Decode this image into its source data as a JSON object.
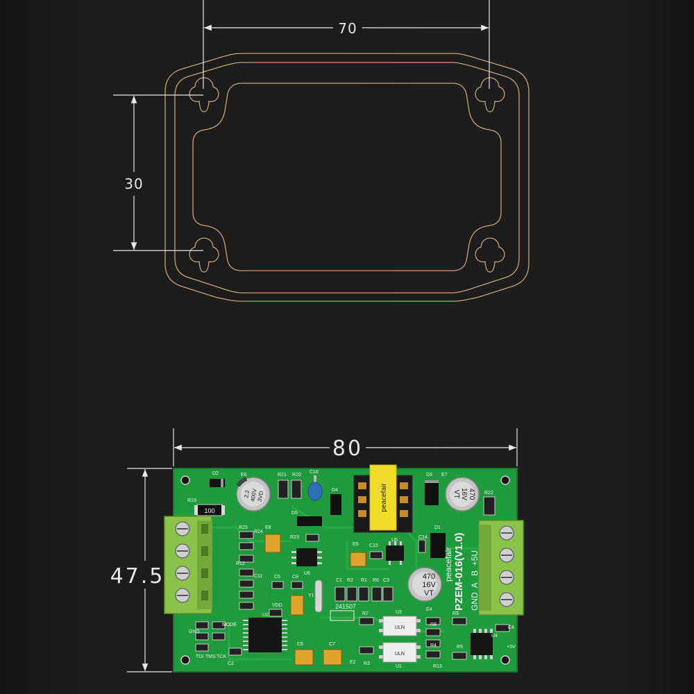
{
  "top_drawing": {
    "width_label": "70",
    "height_label": "30",
    "outline_color": "#c9a574"
  },
  "bottom_drawing": {
    "width_label": "80",
    "height_label": "47.5",
    "board_color": "#1f9a3c",
    "board": {
      "model": "PZEM-016(V1.0)",
      "brand": "peacefair",
      "pins": "GND  A   B  +5U",
      "date_code": "241507",
      "transformer_brand": "peacefair",
      "resistor_value": "100",
      "cap_e4_lines": [
        "2.2",
        "400V",
        "3VD"
      ],
      "cap_e7_lines": [
        "470",
        "16V",
        "VT"
      ],
      "cap_e4b_lines": [
        "470",
        "16V",
        "VT"
      ],
      "labels": {
        "d2": "D2",
        "e6": "E6",
        "r21": "R21",
        "r20": "R20",
        "c16": "C16",
        "d3": "D3",
        "e7": "E7",
        "r22": "R22",
        "r19": "R19",
        "d5": "D5",
        "d4": "D4",
        "r25": "R25",
        "r24": "R24",
        "e8": "E8",
        "r23": "R23",
        "e5": "E5",
        "c15": "C15",
        "u5": "U5",
        "c14": "C14",
        "d1": "D1",
        "r12": "R12",
        "c11": "C11",
        "c5": "C5",
        "c8": "C8",
        "u6": "U6",
        "c1": "C1",
        "r2": "R2",
        "r1": "R1",
        "r6": "R6",
        "c3": "C3",
        "e4": "E4",
        "y1": "Y1",
        "u2": "U2",
        "c2": "C2",
        "u3": "U3",
        "r7": "R7",
        "r9": "R9",
        "r8": "R8",
        "u4": "U4",
        "c4": "C4",
        "r4": "R4",
        "r5": "R5",
        "r3": "R3",
        "u1": "U1",
        "r13": "R13",
        "e2": "E2",
        "c6": "C6",
        "c7": "C7",
        "gnd": "GND",
        "vdd": "VDD",
        "mode": "MODE",
        "tdi": "TDI",
        "tms": "TMS",
        "tck": "TCK",
        "plus5v": "+5V",
        "opto1": "ULN",
        "opto2": "ULN"
      }
    }
  }
}
